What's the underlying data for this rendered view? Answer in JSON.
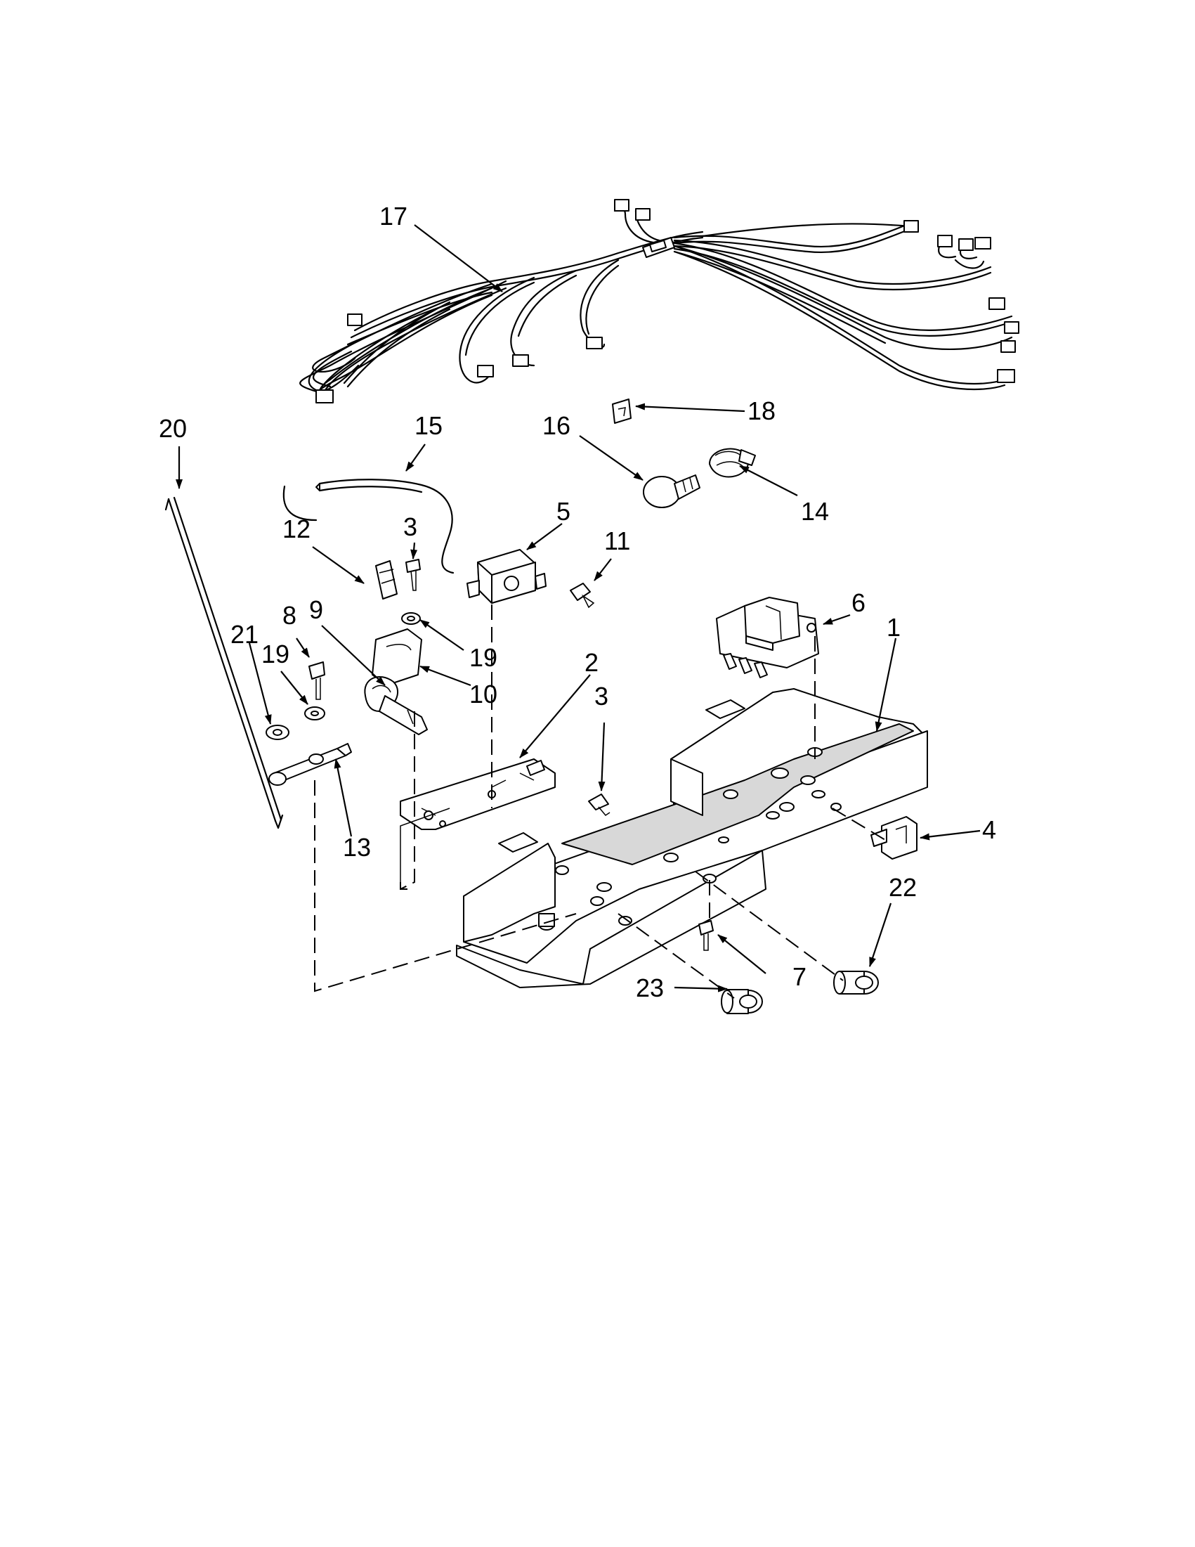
{
  "callouts": [
    {
      "id": "1",
      "label": "1"
    },
    {
      "id": "2",
      "label": "2"
    },
    {
      "id": "3a",
      "label": "3"
    },
    {
      "id": "3b",
      "label": "3"
    },
    {
      "id": "4",
      "label": "4"
    },
    {
      "id": "5",
      "label": "5"
    },
    {
      "id": "6",
      "label": "6"
    },
    {
      "id": "7",
      "label": "7"
    },
    {
      "id": "8",
      "label": "8"
    },
    {
      "id": "9",
      "label": "9"
    },
    {
      "id": "10",
      "label": "10"
    },
    {
      "id": "11",
      "label": "11"
    },
    {
      "id": "12",
      "label": "12"
    },
    {
      "id": "13",
      "label": "13"
    },
    {
      "id": "14",
      "label": "14"
    },
    {
      "id": "15",
      "label": "15"
    },
    {
      "id": "16",
      "label": "16"
    },
    {
      "id": "17",
      "label": "17"
    },
    {
      "id": "18",
      "label": "18"
    },
    {
      "id": "19a",
      "label": "19"
    },
    {
      "id": "19b",
      "label": "19"
    },
    {
      "id": "20",
      "label": "20"
    },
    {
      "id": "21",
      "label": "21"
    },
    {
      "id": "22",
      "label": "22"
    },
    {
      "id": "23",
      "label": "23"
    }
  ]
}
